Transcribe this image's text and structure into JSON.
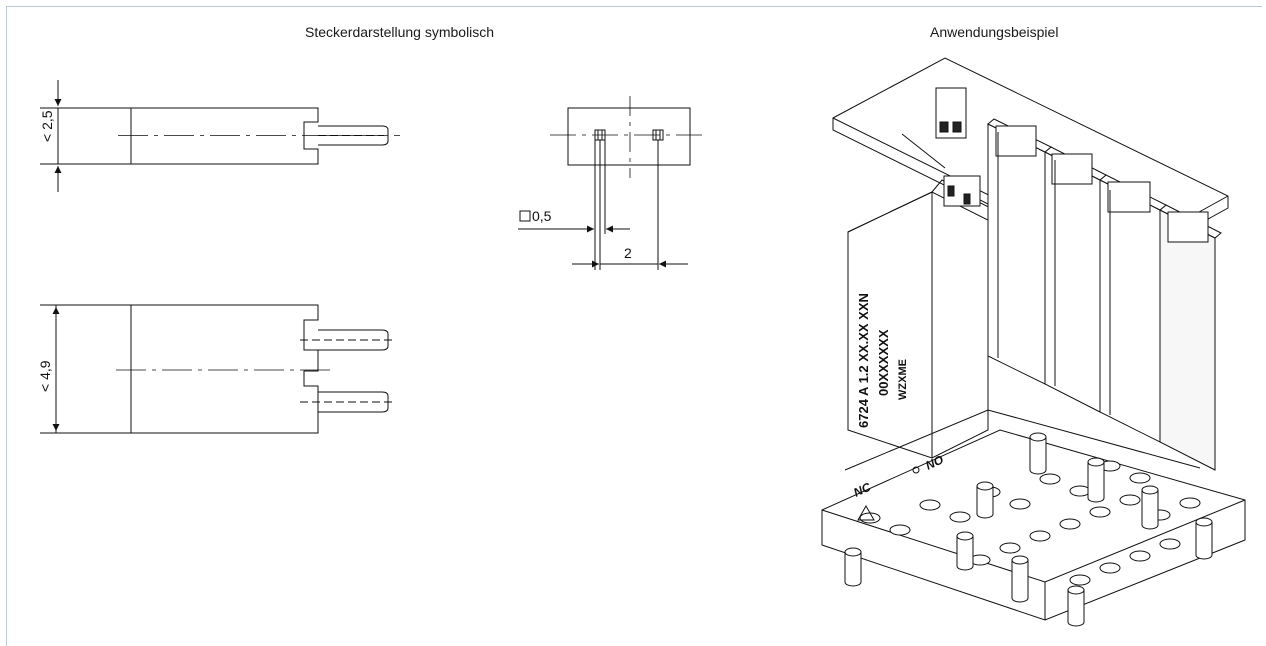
{
  "titles": {
    "left": "Steckerdarstellung symbolisch",
    "right": "Anwendungsbeispiel"
  },
  "dimensions": {
    "small_height": "< 2,5",
    "large_height": "< 4,9",
    "pin_square": "0,5",
    "pin_pitch": "2"
  },
  "product_marking": {
    "line1": "6724 A 1.2 XX.XX XXN",
    "line2": "00XXXXXX",
    "line3": "WZXME",
    "contact_nc": "NC",
    "contact_no": "NO"
  }
}
